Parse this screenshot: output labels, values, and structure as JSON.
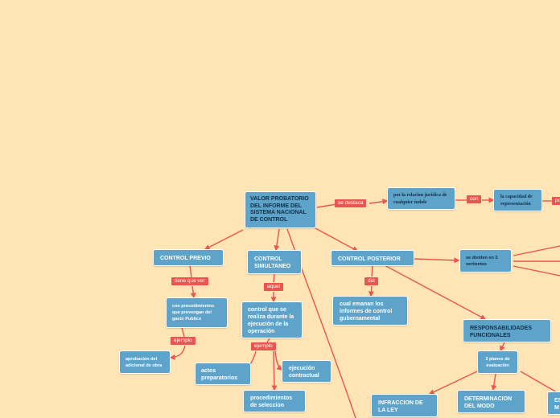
{
  "colors": {
    "background": "#ffe4b5",
    "node": "#5ea3c9",
    "link": "#e9564f",
    "label_bg": "#e9564f"
  },
  "nodes": {
    "root": "VALOR PROBATORIO DEL INFORME DEL SISTEMA NACIONAL DE CONTROL",
    "relacion": "por la relacion jurídica de cualquier índole",
    "capacidad": "la capacidad de representación",
    "control_previo": "CONTROL PREVIO",
    "control_simultaneo": "CONTROL SIMULTANEO",
    "control_posterior": "CONTROL POSTERIOR",
    "vertientes": "se dividen en 3 vertientes",
    "procedimientos_gasto": "con procedimientos que provengan del gasto Publico",
    "aprobacion": "aprobación del adicional de obra",
    "control_ejecucion": "control que se realiza durante la ejecución de la operación",
    "actos": "actos preparatorios",
    "ejecucion_contractual": "ejecución contractual",
    "procedimientos_seleccion": "procedimientos de seleccion",
    "informes": "cual emanan los informes de control gubernamental",
    "responsabilidades": "RESPONSABILIDADES FUNCIONALES",
    "planos": "3 planos de evaluación",
    "infraccion": "INFRACCION DE LA LEY",
    "determinacion": "DETERMINACION DEL MODO",
    "es_partial": "ES M"
  },
  "labels": {
    "se_destaca": "se destaca",
    "con": "con",
    "po": "po",
    "tiene_que_ver": "tiene que ver",
    "aquel": "aquel",
    "del": "del",
    "ejemplo_1": "ejemplo",
    "ejemplo_2": "ejemplo"
  }
}
